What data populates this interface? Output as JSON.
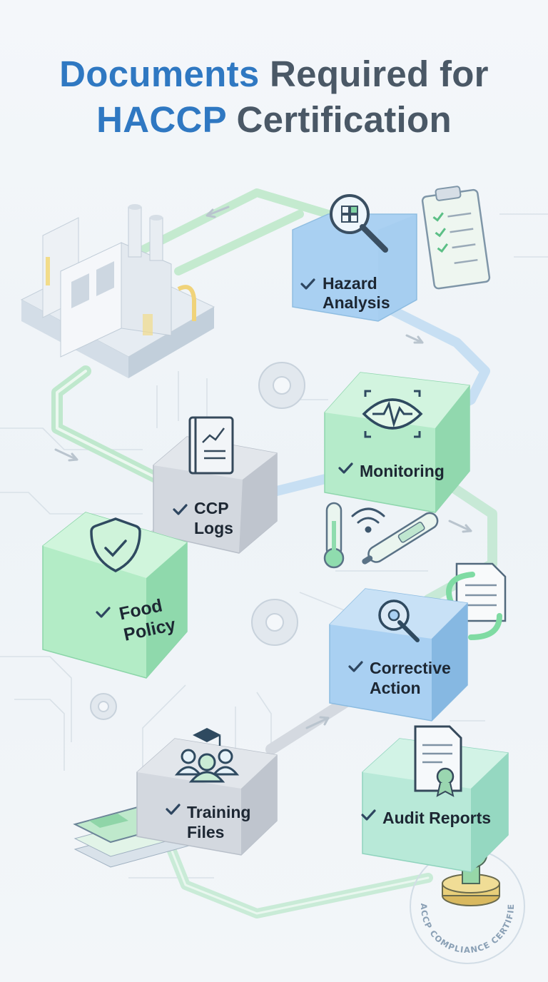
{
  "title": {
    "accent_line1": "Documents",
    "rest_line1": "Required for",
    "accent_line2": "HACCP",
    "rest_line2": "Certification"
  },
  "steps": [
    {
      "id": "hazard",
      "line1": "Hazard",
      "line2": "Analysis",
      "icon": "magnifier-icon",
      "color": "#a9d0f2"
    },
    {
      "id": "monitoring",
      "line1": "Monitoring",
      "line2": "",
      "icon": "eye-pulse-icon",
      "color": "#aee7c4"
    },
    {
      "id": "ccp",
      "line1": "CCP",
      "line2": "Logs",
      "icon": "logbook-icon",
      "color": "#d3d7de"
    },
    {
      "id": "food",
      "line1": "Food",
      "line2": "Policy",
      "icon": "shield-check-icon",
      "color": "#a8e6bd"
    },
    {
      "id": "corrective",
      "line1": "Corrective",
      "line2": "Action",
      "icon": "gear-wrench-icon",
      "color": "#a9d0f2"
    },
    {
      "id": "training",
      "line1": "Training",
      "line2": "Files",
      "icon": "team-graduation-icon",
      "color": "#d3d7de"
    },
    {
      "id": "audit",
      "line1": "Audit Reports",
      "line2": "",
      "icon": "certificate-icon",
      "color": "#b3e6d6"
    }
  ],
  "stamp": {
    "text": "HACCP COMPLIANCE CERTIFIED"
  },
  "colors": {
    "accent": "#2f78c2",
    "title_gray": "#4a5866",
    "path_green": "#b8e6c8",
    "path_blue": "#bcd8f0"
  }
}
